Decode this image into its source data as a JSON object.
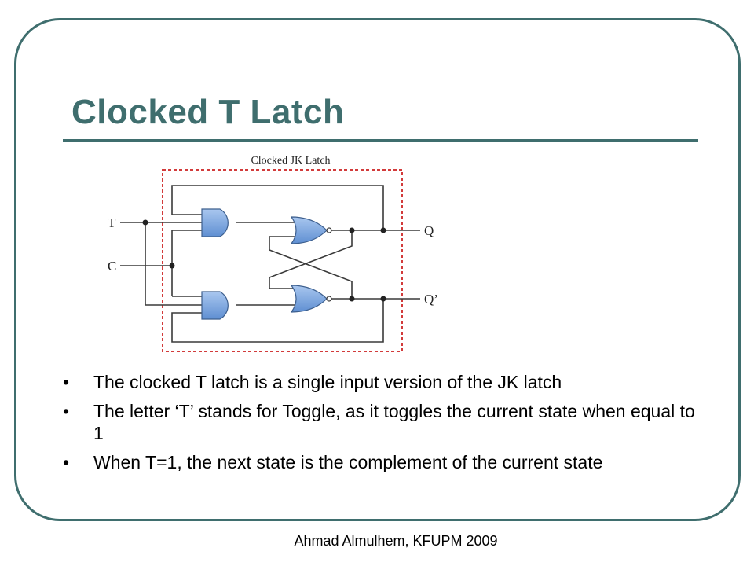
{
  "slide": {
    "title": "Clocked T Latch",
    "footer": "Ahmad Almulhem, KFUPM 2009",
    "accent_color": "#3f6e6e",
    "bullet_symbol": "•",
    "bullets": [
      "The clocked T latch is a single input version of the JK latch",
      "The letter ‘T’ stands for Toggle, as it toggles the current state when equal to 1",
      "When T=1, the next state is the complement of the current state"
    ]
  },
  "diagram": {
    "box_label": "Clocked JK Latch",
    "input_t": "T",
    "input_c": "C",
    "output_q": "Q",
    "output_q_bar": "Q’",
    "gate_fill": "#7ea8de",
    "box_color": "#d23b3b"
  }
}
